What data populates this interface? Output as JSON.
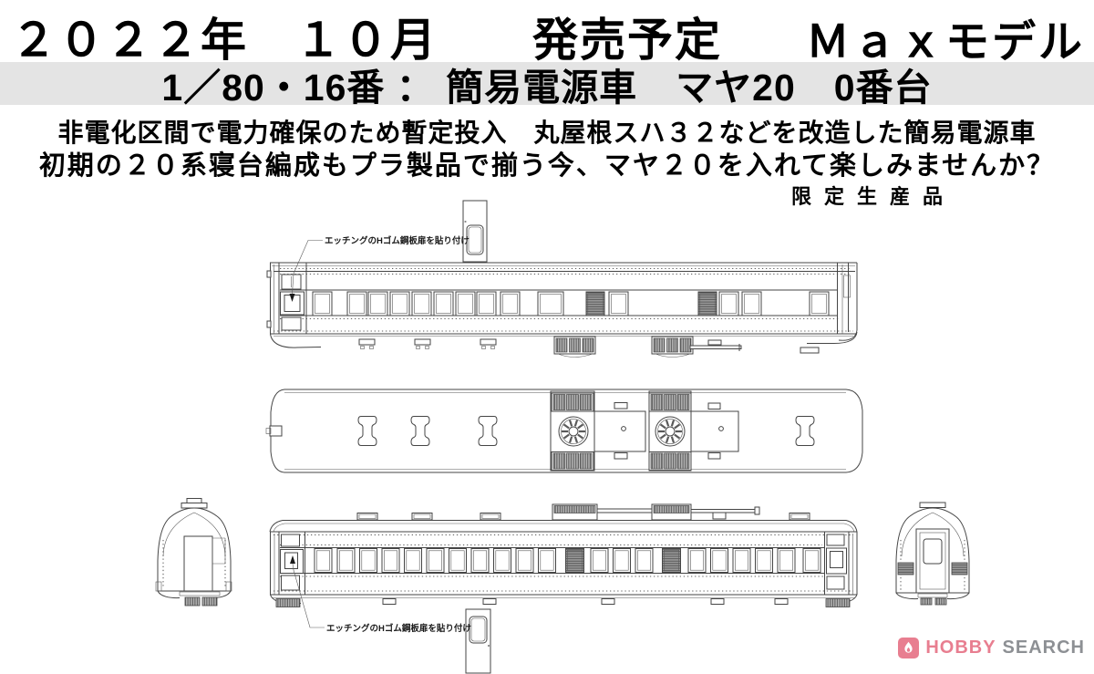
{
  "header": {
    "release_date": "２０２２年　１０月　　発売予定",
    "brand": "Ｍａｘモデル",
    "product_title": "1／80・16番 ： 簡易電源車　マヤ20　0番台"
  },
  "description": {
    "line1": "非電化区間で電力確保のため暫定投入　丸屋根スハ３２などを改造した簡易電源車",
    "line2": "初期の２０系寝台編成もプラ製品で揃う今、マヤ２０を入れて楽しみませんか？",
    "limited_label": "限定生産品"
  },
  "diagram": {
    "annotation_top": "エッチングのHゴム鋼板扉を貼り付け",
    "annotation_bottom": "エッチングのHゴム鋼板扉を貼り付け",
    "views": [
      "side-view-top",
      "roof-plan-view",
      "end-view-left",
      "side-view-bottom",
      "end-view-right",
      "door-detail-top",
      "door-detail-bottom"
    ]
  },
  "watermark": {
    "brand_first": "HOBBY",
    "brand_second": "SEARCH",
    "accent_color": "#e87e90",
    "secondary_color": "#8d9094"
  },
  "colors": {
    "drawing_line": "#454545",
    "title_bar_bg": "#e4e4e4",
    "page_bg": "#ffffff"
  }
}
